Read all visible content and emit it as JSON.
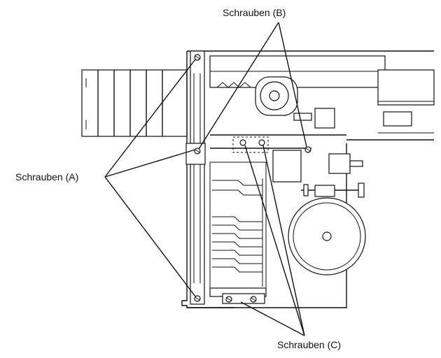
{
  "labels": {
    "screws_a": "Schrauben (A)",
    "screws_b": "Schrauben (B)",
    "screws_c": "Schrauben (C)"
  }
}
